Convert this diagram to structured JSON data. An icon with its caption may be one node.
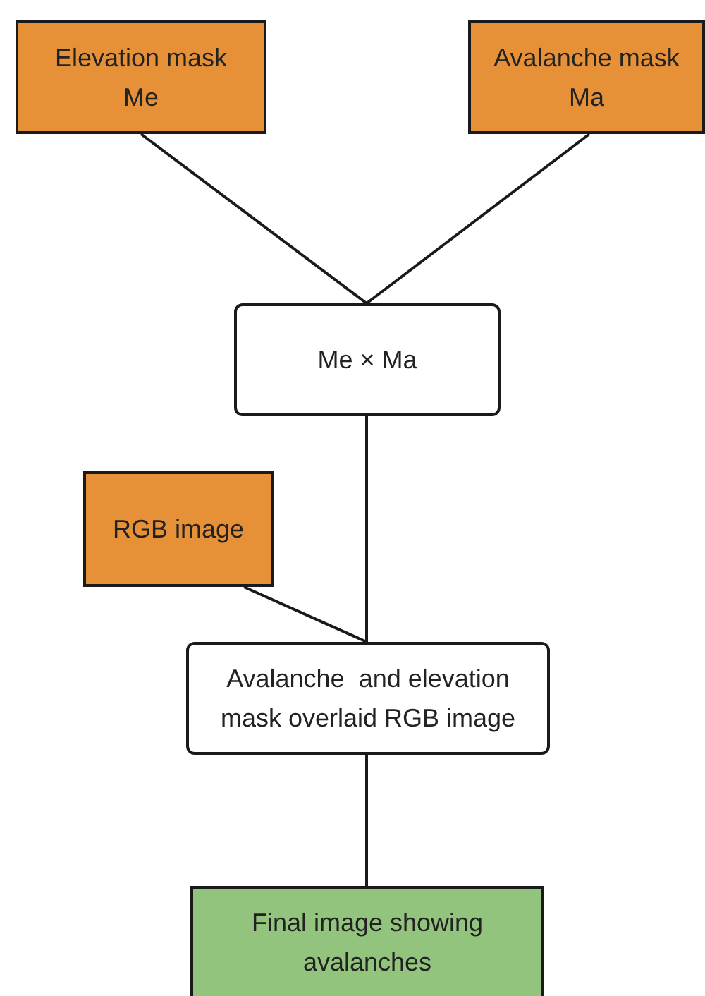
{
  "diagram": {
    "nodes": [
      {
        "text": [
          "Elevation mask",
          "Me"
        ]
      },
      {
        "text": [
          "Avalanche mask",
          "Ma"
        ]
      },
      {
        "text": [
          "Me × Ma"
        ]
      },
      {
        "text": [
          "RGB image"
        ]
      },
      {
        "text": [
          "Avalanche  and elevation mask overlaid RGB image"
        ]
      },
      {
        "text": [
          "Final image showing avalanches"
        ]
      }
    ],
    "edges": [
      {
        "from": 0,
        "to": 2,
        "arrow": "none"
      },
      {
        "from": 1,
        "to": 2,
        "arrow": "none"
      },
      {
        "from": 2,
        "to": 4,
        "arrow": "none"
      },
      {
        "from": 3,
        "to": 4,
        "arrow": "none"
      },
      {
        "from": 4,
        "to": 5,
        "arrow": "none"
      }
    ]
  }
}
